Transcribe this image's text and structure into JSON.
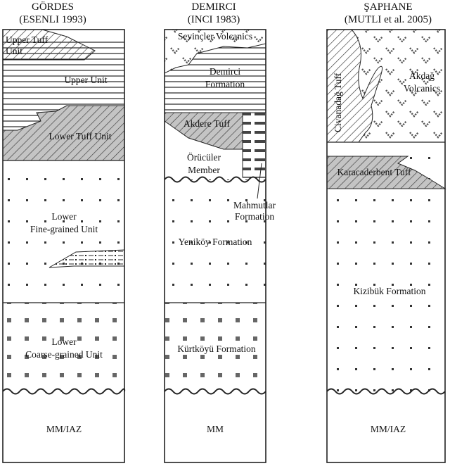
{
  "columns": [
    {
      "id": "gordes",
      "title": "GÖRDES",
      "source": "(ESENLI 1993)",
      "labels": {
        "upper_tuff_unit_1": "Upper Tuff",
        "upper_tuff_unit_2": "Unit",
        "upper_unit": "Upper Unit",
        "lower_tuff_unit": "Lower Tuff Unit",
        "lower_fine_1": "Lower",
        "lower_fine_2": "Fine-grained Unit",
        "lower_coarse_1": "Lower",
        "lower_coarse_2": "Coarse-grained Unit",
        "basement": "MM/IAZ"
      }
    },
    {
      "id": "demirci",
      "title": "DEMIRCI",
      "source": "(INCI 1983)",
      "labels": {
        "sevincler": "Sevinçler Volcanics",
        "demirci_1": "Demirci",
        "demirci_2": "Formation",
        "akdere": "Akdere Tuff",
        "oruculer_1": "Örücüler",
        "oruculer_2": "Member",
        "mahmutlar_1": "Mahmutlar",
        "mahmutlar_2": "Formation",
        "yenikoy": "Yeniköy Formation",
        "kurtkoyu": "Kürtköyü Formation",
        "basement": "MM"
      }
    },
    {
      "id": "saphane",
      "title": "ŞAPHANE",
      "source": "(MUTLI et al. 2005)",
      "labels": {
        "civanadag": "Civanadağ Tuff",
        "akdag_1": "Akdağ",
        "akdag_2": "Volcanics",
        "karacaderbent": "Karacaderbent Tuff",
        "kizibuk": "Kizibük Formation",
        "basement": "MM/IAZ"
      }
    }
  ]
}
